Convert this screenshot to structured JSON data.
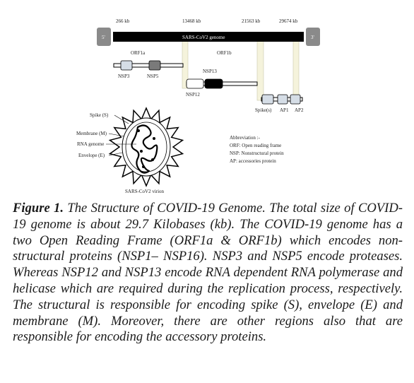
{
  "genome": {
    "title": "SARS-CoV2 genome",
    "five_prime": "5'",
    "three_prime": "3'",
    "positions": [
      "266 kb",
      "13468 kb",
      "21563 kb",
      "29674 kb"
    ]
  },
  "orfs": {
    "orf1a": "ORF1a",
    "orf1b": "ORF1b"
  },
  "proteins": {
    "nsp3": "NSP3",
    "nsp5": "NSP5",
    "nsp12": "NSP12",
    "nsp13": "NSP13",
    "spike": "Spike(s)",
    "ap1": "AP1",
    "ap2": "AP2"
  },
  "virion": {
    "spike": "Spike (S)",
    "membrane": "Membrane (M)",
    "rna": "RNA genome",
    "envelope": "Envelope (E)",
    "title": "SARS-CoV2 virion"
  },
  "abbreviation": {
    "heading": "Abbreviation :-",
    "orf": "ORF: Open reading frame",
    "nsp": "NSP: Nonstructural protein",
    "ap": "AP: accessories protein"
  },
  "caption": {
    "label": "Figure 1.",
    "text": " The Structure of COVID-19 Genome.  The total size of COVID-19 genome is about 29.7 Kilobases (kb). The COVID-19 genome has a two Open Reading Frame (ORF1a & ORF1b) which encodes non-structural proteins (NSP1– NSP16). NSP3 and NSP5 encode proteases. Whereas NSP12 and NSP13 encode RNA dependent RNA polymerase and helicase which are required during the replication process, respectively. The structural is responsible for encoding spike (S), envelope (E) and membrane (M). Moreover, there are other regions also that are responsible for encoding the accessory proteins."
  },
  "colors": {
    "genome_bar": "#000000",
    "end_cap": "#8a8a8a",
    "orf_segment": "#f5f3dc",
    "box_light": "#d5dde6",
    "box_dark": "#7a7a7a"
  }
}
